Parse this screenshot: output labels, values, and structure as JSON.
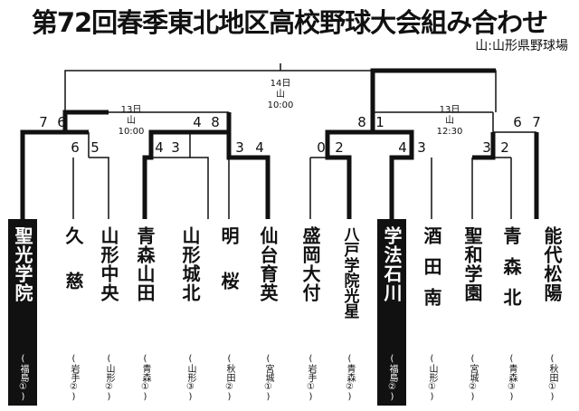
{
  "title": "第72回春季東北地区高校野球大会組み合わせ",
  "venue_legend": "山:山形県野球場",
  "final_info": {
    "date": "14日",
    "venue": "山",
    "time": "10:00"
  },
  "semifinals": [
    {
      "date": "13日",
      "venue": "山",
      "time": "10:00",
      "scores": [
        "7",
        "6",
        "4",
        "8"
      ]
    },
    {
      "date": "13日",
      "venue": "山",
      "time": "12:30",
      "scores": [
        "8",
        "1",
        "6",
        "7"
      ]
    }
  ],
  "quarterfinal_scores": [
    [
      "7",
      "6"
    ],
    [
      "4",
      "8"
    ],
    [
      "8",
      "1"
    ],
    [
      "6",
      "7"
    ]
  ],
  "first_round_scores": [
    [
      "6",
      "5"
    ],
    [
      "4",
      "3"
    ],
    [
      "3",
      "4"
    ],
    [
      "0",
      "2"
    ],
    [
      "4",
      "3"
    ],
    [
      "3",
      "2"
    ]
  ],
  "teams": [
    {
      "name": "聖光学院",
      "pref": "(福島①)",
      "winner": true
    },
    {
      "name": "久慈",
      "pref": "(岩手②)",
      "winner": false
    },
    {
      "name": "山形中央",
      "pref": "(山形②)",
      "winner": false
    },
    {
      "name": "青森山田",
      "pref": "(青森①)",
      "winner": false
    },
    {
      "name": "山形城北",
      "pref": "(山形③)",
      "winner": false
    },
    {
      "name": "明桜",
      "pref": "(秋田②)",
      "winner": false
    },
    {
      "name": "仙台育英",
      "pref": "(宮城①)",
      "winner": false
    },
    {
      "name": "盛岡大付",
      "pref": "(岩手①)",
      "winner": false
    },
    {
      "name": "八戸学院光星",
      "pref": "(青森②)",
      "winner": false
    },
    {
      "name": "学法石川",
      "pref": "(福島②)",
      "winner": true
    },
    {
      "name": "酒田南",
      "pref": "(山形①)",
      "winner": false
    },
    {
      "name": "聖和学園",
      "pref": "(宮城②)",
      "winner": false
    },
    {
      "name": "青森北",
      "pref": "(青森③)",
      "winner": false
    },
    {
      "name": "能代松陽",
      "pref": "(秋田①)",
      "winner": false
    }
  ]
}
